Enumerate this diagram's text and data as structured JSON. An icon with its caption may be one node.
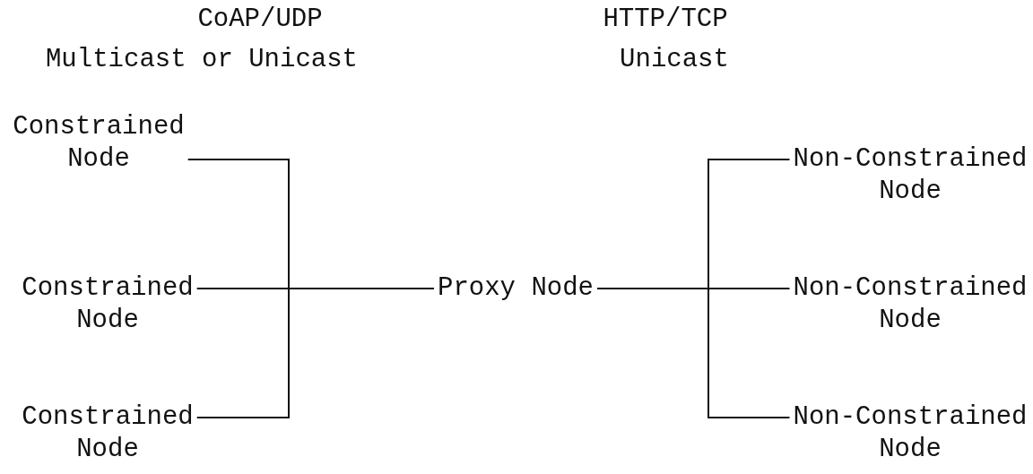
{
  "diagram": {
    "nodes": [
      {
        "text": [
          "Constrained Node"
        ]
      },
      {
        "text": [
          "Constrained Node"
        ]
      },
      {
        "text": [
          "Constrained Node"
        ]
      },
      {
        "text": [
          "Proxy Node"
        ]
      },
      {
        "text": [
          "Non-Constrained Node"
        ]
      },
      {
        "text": [
          "Non-Constrained Node"
        ]
      },
      {
        "text": [
          "Non-Constrained Node"
        ]
      }
    ],
    "edges": [
      {
        "from": 0,
        "to": 3,
        "arrow": "none"
      },
      {
        "from": 1,
        "to": 3,
        "arrow": "none"
      },
      {
        "from": 2,
        "to": 3,
        "arrow": "none"
      },
      {
        "from": 3,
        "to": 4,
        "arrow": "none"
      },
      {
        "from": 3,
        "to": 5,
        "arrow": "none"
      },
      {
        "from": 3,
        "to": 6,
        "arrow": "none"
      }
    ],
    "labels": [
      "CoAP/UDP",
      "HTTP/TCP",
      "Multicast or Unicast",
      "Unicast"
    ]
  }
}
